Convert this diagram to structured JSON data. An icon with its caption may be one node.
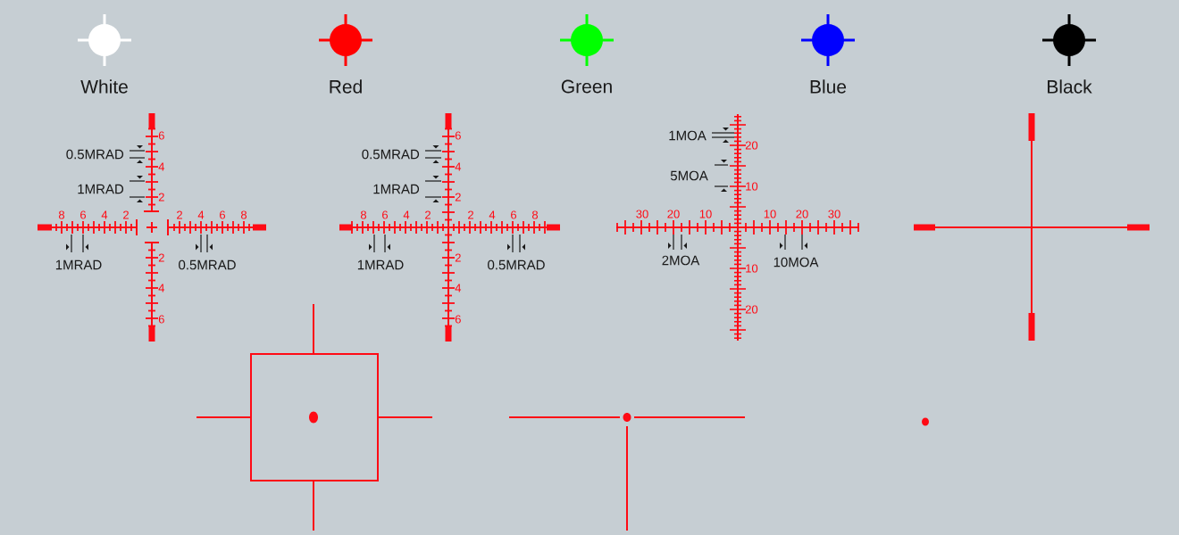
{
  "diagram": {
    "labels": [
      "6",
      "4",
      "2",
      "2",
      "4",
      "6",
      "8",
      "6",
      "4",
      "2",
      "2",
      "4",
      "6",
      "8",
      "0.5MRAD",
      "1MRAD",
      "1MRAD",
      "0.5MRAD",
      "6",
      "4",
      "2",
      "2",
      "4",
      "6",
      "8",
      "6",
      "4",
      "2",
      "2",
      "4",
      "6",
      "8",
      "0.5MRAD",
      "1MRAD",
      "1MRAD",
      "0.5MRAD",
      "20",
      "10",
      "10",
      "20",
      "30",
      "20",
      "10",
      "10",
      "20",
      "30",
      "1MOA",
      "5MOA",
      "2MOA",
      "10MOA"
    ],
    "legend": [
      {
        "text": "White",
        "color": "#ffffff"
      },
      {
        "text": "Red",
        "color": "#ff0000"
      },
      {
        "text": "Green",
        "color": "#00ff00"
      },
      {
        "text": "Blue",
        "color": "#0000ff"
      },
      {
        "text": "Black",
        "color": "#000000"
      }
    ]
  }
}
